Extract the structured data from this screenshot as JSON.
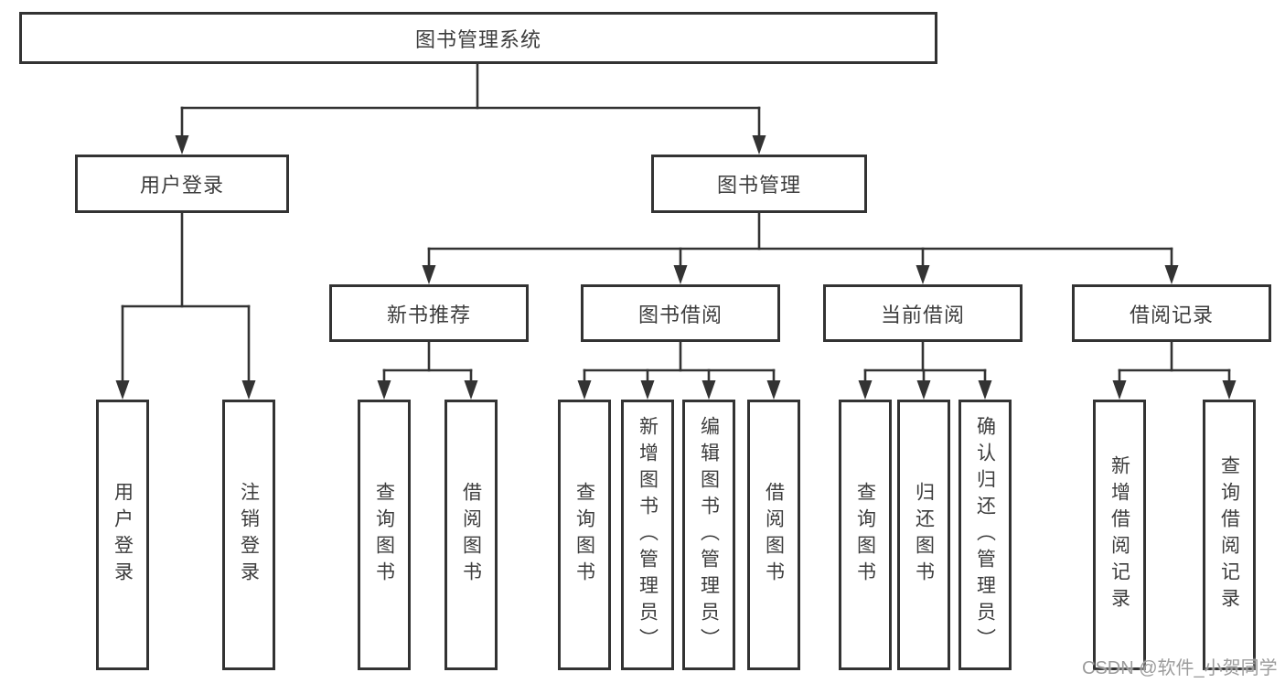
{
  "diagram": {
    "title_box": {
      "label": "图书管理系统"
    },
    "branches": [
      {
        "label": "用户登录",
        "children": [
          {
            "label": "用户登录"
          },
          {
            "label": "注销登录"
          }
        ]
      },
      {
        "label": "图书管理",
        "children": [
          {
            "label": "新书推荐",
            "children": [
              {
                "label": "查询图书"
              },
              {
                "label": "借阅图书"
              }
            ]
          },
          {
            "label": "图书借阅",
            "children": [
              {
                "label": "查询图书"
              },
              {
                "label": "新增图书（管理员）"
              },
              {
                "label": "编辑图书（管理员）"
              },
              {
                "label": "借阅图书"
              }
            ]
          },
          {
            "label": "当前借阅",
            "children": [
              {
                "label": "查询图书"
              },
              {
                "label": "归还图书"
              },
              {
                "label": "确认归还（管理员）"
              }
            ]
          },
          {
            "label": "借阅记录",
            "children": [
              {
                "label": "新增借阅记录"
              },
              {
                "label": "查询借阅记录"
              }
            ]
          }
        ]
      }
    ],
    "watermark": "CSDN @软件_小贺同学",
    "colors": {
      "line": "#333333",
      "text": "#3d3d3d",
      "watermark": "#9c9c9c",
      "background": "#ffffff"
    }
  }
}
